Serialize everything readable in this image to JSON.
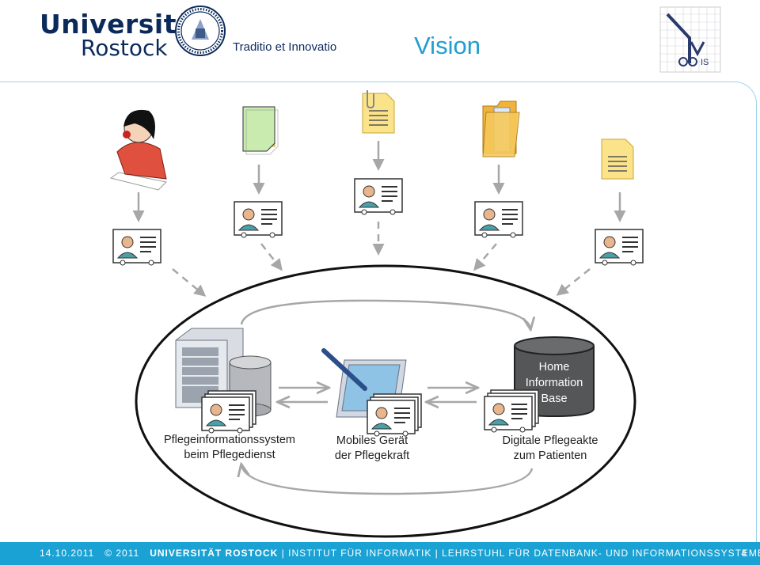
{
  "header": {
    "logo_line1": "Universität",
    "logo_line2": "Rostock",
    "motto": "Traditio et Innovatio",
    "title": "Vision"
  },
  "diagram": {
    "node_system_label_1": "Pflegeinformationssystem",
    "node_system_label_2": "beim Pflegedienst",
    "node_mobile_label_1": "Mobiles Gerät",
    "node_mobile_label_2": "der Pflegekraft",
    "node_record_label_1": "Digitale Pflegeakte",
    "node_record_label_2": "zum Patienten",
    "hib_line1": "Home",
    "hib_line2": "Information",
    "hib_line3": "Base"
  },
  "footer": {
    "date": "14.10.2011",
    "copyright": "© 2011",
    "university": "UNIVERSITÄT ROSTOCK",
    "rest": "| INSTITUT FÜR INFORMATIK | LEHRSTUHL FÜR DATENBANK- UND INFORMATIONSSYSTEME",
    "page": "4"
  },
  "colors": {
    "accent": "#1aa2d4",
    "brand_blue": "#0b2a5b",
    "arrow_gray": "#a7a7a7"
  }
}
